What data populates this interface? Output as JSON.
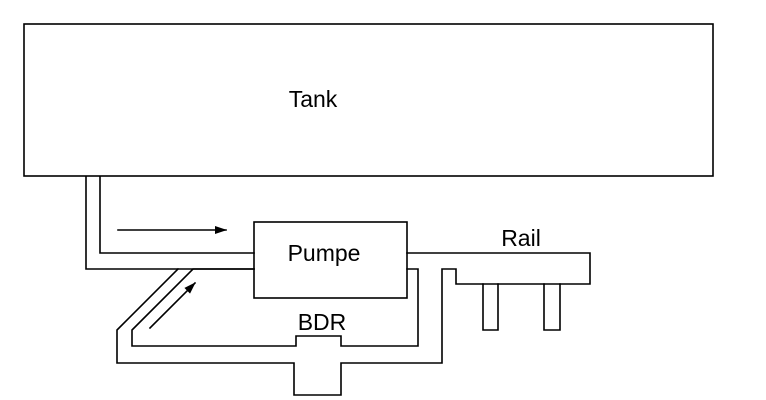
{
  "labels": {
    "tank": "Tank",
    "pump": "Pumpe",
    "rail": "Rail",
    "bdr": "BDR"
  },
  "colors": {
    "stroke": "#000000",
    "background": "#ffffff"
  }
}
